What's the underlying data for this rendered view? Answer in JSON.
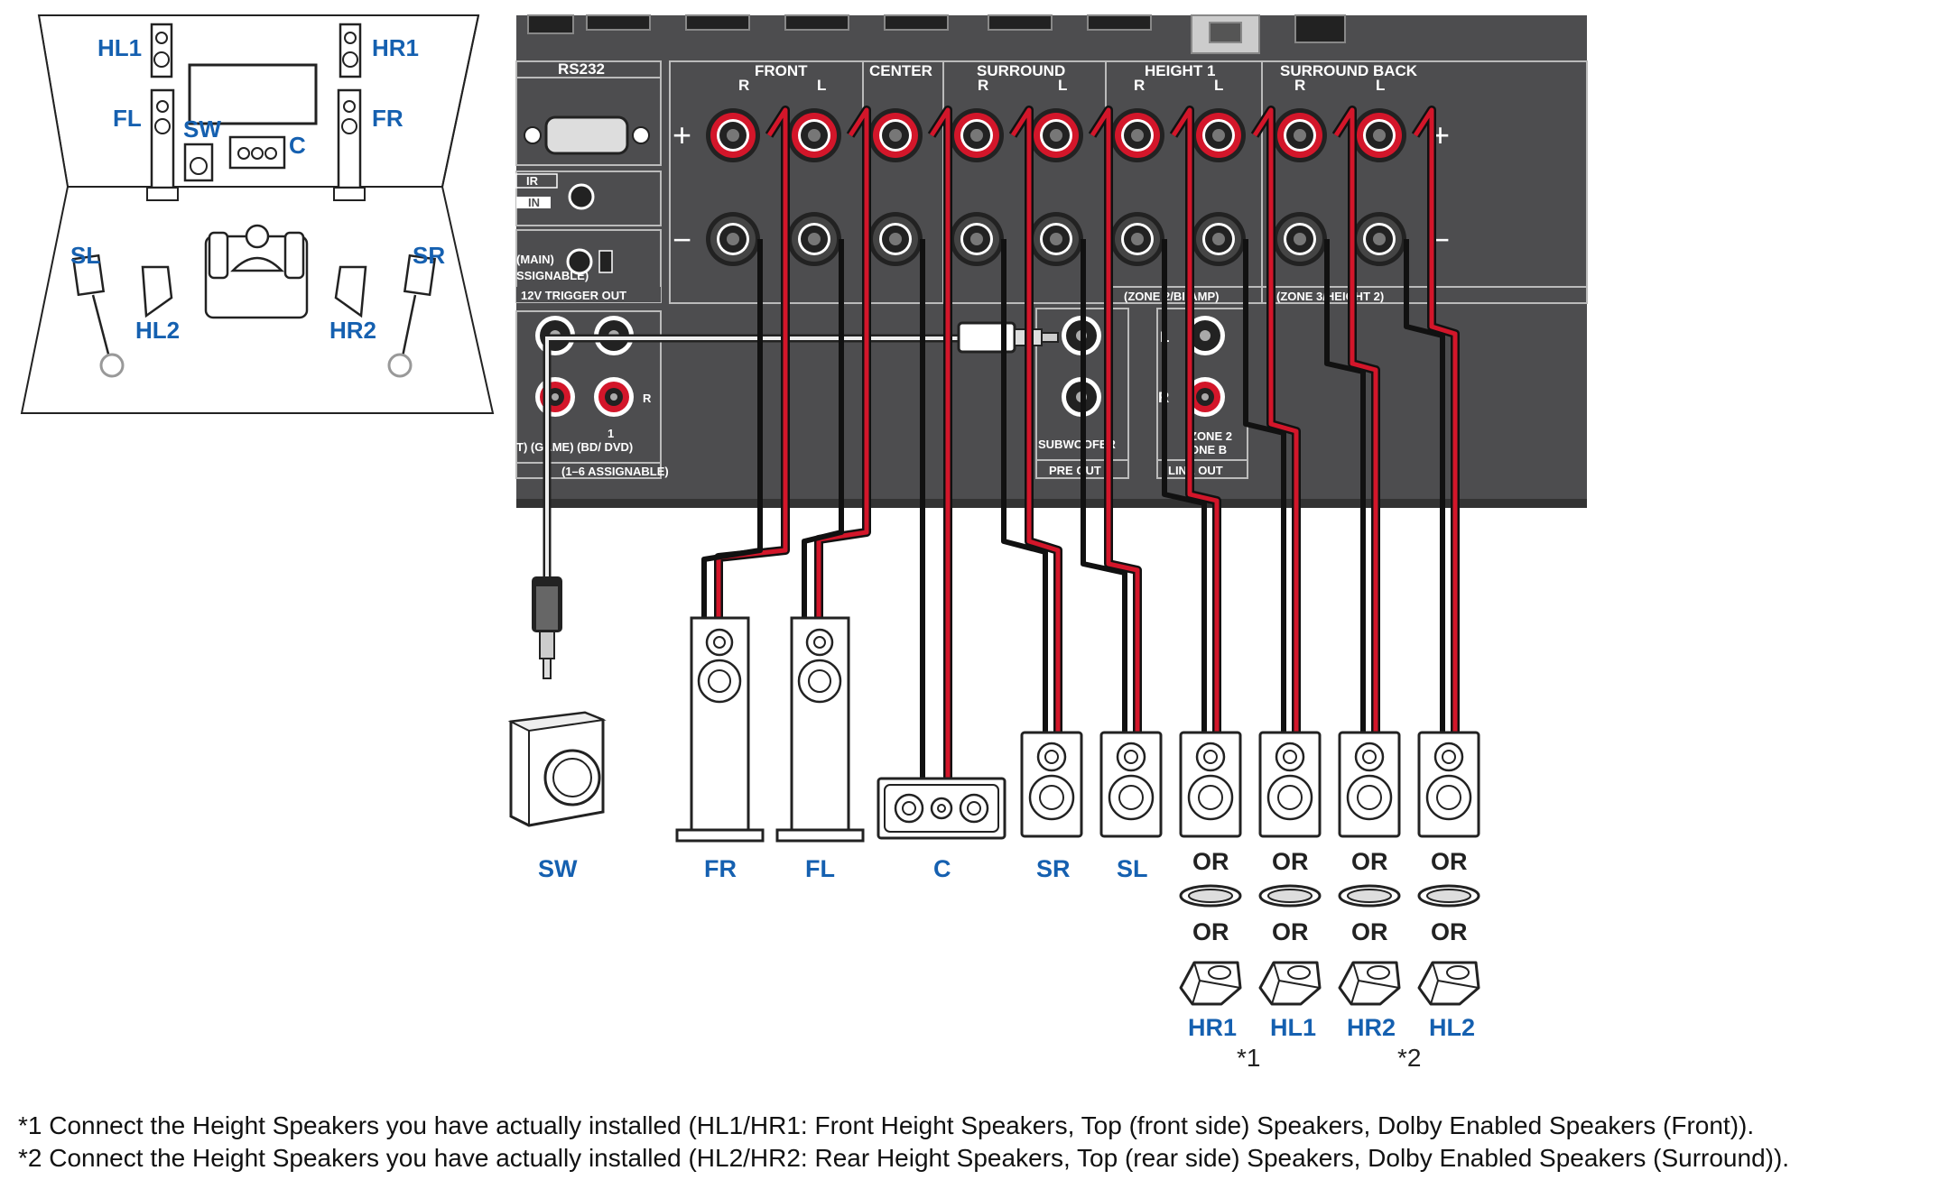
{
  "room": {
    "labels": {
      "HL1": "HL1",
      "HR1": "HR1",
      "FL": "FL",
      "FR": "FR",
      "SW": "SW",
      "C": "C",
      "SL": "SL",
      "SR": "SR",
      "HL2": "HL2",
      "HR2": "HR2"
    }
  },
  "receiver": {
    "rs232": "RS232",
    "ir": "IR",
    "in": "IN",
    "main": "(MAIN)",
    "assignable": "SSIGNABLE)",
    "trigger": "12V TRIGGER OUT",
    "front": "FRONT",
    "center": "CENTER",
    "surround": "SURROUND",
    "height1": "HEIGHT 1",
    "surround_back": "SURROUND BACK",
    "r": "R",
    "l": "L",
    "plus": "+",
    "minus": "−",
    "zone2_biamp": "(ZONE 2/BI-AMP)",
    "zone3_height2": "(ZONE 3/HEIGHT 2)",
    "subwoofer": "SUBWOOFER",
    "pre_out": "PRE OUT",
    "zone2_a": "ZONE 2",
    "zone2_b": "ONE B",
    "line_out": "LINE OUT",
    "input_one": "1",
    "game_bd": "T)  (GAME)  (BD/ DVD)",
    "assignable_range": "(1–6 ASSIGNABLE)",
    "rca_r": "R",
    "line_l": "L",
    "line_r": "R"
  },
  "speakers": {
    "SW": "SW",
    "FR": "FR",
    "FL": "FL",
    "C": "C",
    "SR": "SR",
    "SL": "SL",
    "HR1": "HR1",
    "HL1": "HL1",
    "HR2": "HR2",
    "HL2": "HL2",
    "or": "OR"
  },
  "notes": {
    "mark1": "*1",
    "mark2": "*2",
    "note1": "*1 Connect the Height Speakers you have actually installed (HL1/HR1: Front Height Speakers, Top (front side) Speakers, Dolby Enabled Speakers (Front)).",
    "note2": "*2 Connect the Height Speakers you have actually installed (HL2/HR2: Rear Height Speakers, Top (rear side) Speakers, Dolby Enabled Speakers (Surround))."
  },
  "colors": {
    "panel": "#4d4d4f",
    "cable_red": "#d3162a",
    "label_blue": "#1560b0"
  }
}
